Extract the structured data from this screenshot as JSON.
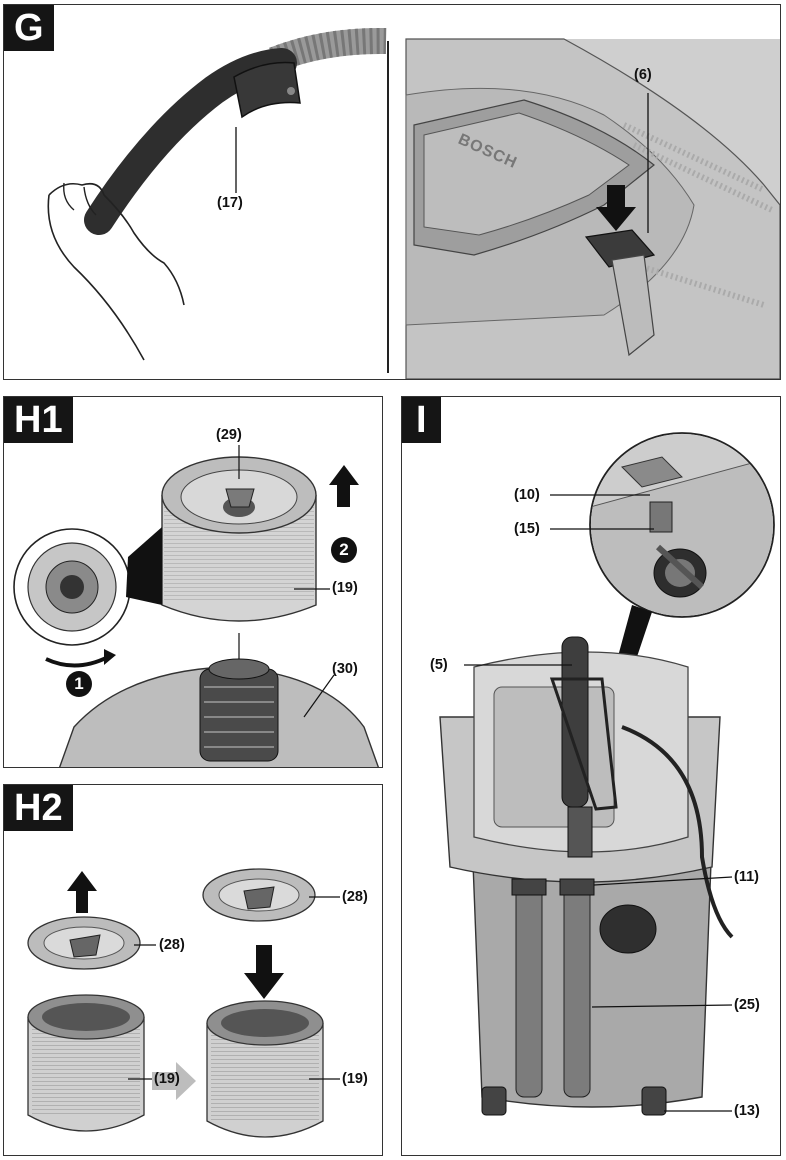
{
  "panels": {
    "g": {
      "tag": "G"
    },
    "h1": {
      "tag": "H1"
    },
    "h2": {
      "tag": "H2"
    },
    "i": {
      "tag": "I"
    }
  },
  "labels": {
    "hose_handle": "(17)",
    "release_button": "(6)",
    "filter_top": "(29)",
    "filter_pleats_h1": "(19)",
    "filter_holder": "(30)",
    "cap_left": "(28)",
    "cap_right": "(28)",
    "filter_left": "(19)",
    "filter_right": "(19)",
    "cable_hook": "(10)",
    "socket": "(15)",
    "hose_tube": "(5)",
    "tube_holder": "(11)",
    "extension_tubes": "(25)",
    "castor": "(13)"
  },
  "steps": {
    "one": "1",
    "two": "2"
  },
  "logo_text": "BOSCH",
  "colors": {
    "tag_bg": "#151515",
    "outline": "#333333",
    "grey_body": "#c9c9c9",
    "dark_part": "#3a3a3a"
  }
}
